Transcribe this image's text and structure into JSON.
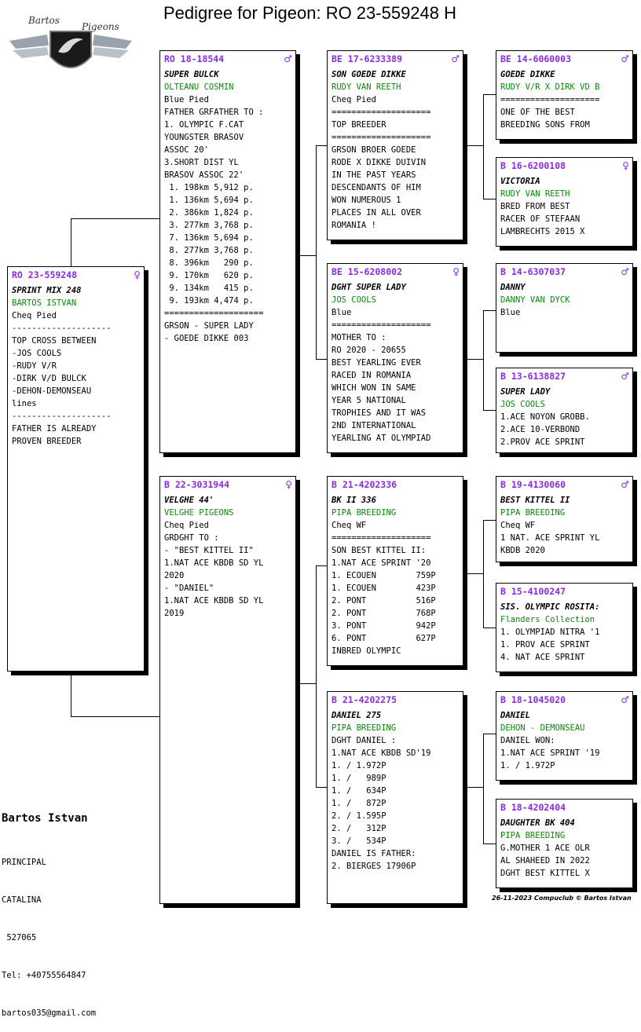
{
  "title": "Pedigree for Pigeon: RO  23-559248 H",
  "logo": {
    "line1": "Bartos",
    "line2": "Pigeons"
  },
  "cards": {
    "subject": {
      "ring": "RO  23-559248",
      "sex": "♀",
      "name": "SPRINT MIX 248",
      "owner": "BARTOS ISTVAN",
      "lines": [
        "Cheq Pied",
        "--------------------",
        "TOP CROSS BETWEEN",
        "-JOS COOLS",
        "-RUDY V/R",
        "-DIRK V/D BULCK",
        "-DEHON-DEMONSEAU",
        "lines",
        "--------------------",
        "FATHER IS ALREADY",
        "PROVEN BREEDER"
      ]
    },
    "sire": {
      "ring": "RO  18-18544",
      "sex": "♂",
      "name": "SUPER BULCK",
      "owner": "OLTEANU COSMIN",
      "lines": [
        "Blue Pied",
        "FATHER GRFATHER TO :",
        "1. OLYMPIC F.CAT",
        "YOUNGSTER BRASOV",
        "ASSOC 20'",
        "3.SHORT DIST YL",
        "BRASOV ASSOC 22'",
        " 1. 198km 5,912 p.",
        " 1. 136km 5,694 p.",
        " 2. 386km 1,824 p.",
        " 3. 277km 3,768 p.",
        " 7. 136km 5,694 p.",
        " 8. 277km 3,768 p.",
        " 8. 396km   290 p.",
        " 9. 170km   620 p.",
        " 9. 134km   415 p.",
        " 9. 193km 4,474 p.",
        "====================",
        "GRSON - SUPER LADY",
        "- GOEDE DIKKE 003"
      ]
    },
    "dam": {
      "ring": "B   22-3031944",
      "sex": "♀",
      "name": "VELGHE 44'",
      "owner": "VELGHE PIGEONS",
      "lines": [
        "Cheq Pied",
        "GRDGHT TO :",
        "- \"BEST KITTEL II\"",
        "1.NAT ACE KBDB SD YL",
        "2020",
        "- \"DANIEL\"",
        "1.NAT ACE KBDB SD YL",
        "2019"
      ]
    },
    "ss": {
      "ring": "BE  17-6233389",
      "sex": "♂",
      "name": "SON GOEDE DIKKE",
      "owner": "RUDY VAN REETH",
      "lines": [
        "Cheq Pied",
        "====================",
        "TOP BREEDER",
        "====================",
        "GRSON BROER GOEDE",
        "RODE X DIKKE DUIVIN",
        "IN THE PAST YEARS",
        "DESCENDANTS OF HIM",
        "WON NUMEROUS 1",
        "PLACES IN ALL OVER",
        "ROMANIA !"
      ]
    },
    "sd": {
      "ring": "BE  15-6208002",
      "sex": "♀",
      "name": "DGHT SUPER LADY",
      "owner": "JOS COOLS",
      "lines": [
        "Blue",
        "====================",
        "MOTHER TO :",
        "RO 2020 - 20655",
        "BEST YEARLING EVER",
        "RACED IN ROMANIA",
        "WHICH WON IN SAME",
        "YEAR 5 NATIONAL",
        "TROPHIES AND IT WAS",
        "2ND INTERNATIONAL",
        "YEARLING AT OLYMPIAD"
      ]
    },
    "ds": {
      "ring": "B   21-4202336",
      "sex": "",
      "name": "BK II 336",
      "owner": "PIPA BREEDING",
      "lines": [
        "Cheq WF",
        "====================",
        "SON BEST KITTEL II:",
        "1.NAT ACE SPRINT '20",
        "1. ECOUEN        759P",
        "1. ECOUEN        423P",
        "2. PONT          516P",
        "2. PONT          768P",
        "3. PONT          942P",
        "6. PONT          627P",
        "INBRED OLYMPIC"
      ]
    },
    "dd": {
      "ring": "B   21-4202275",
      "sex": "",
      "name": "DANIEL 275",
      "owner": "PIPA BREEDING",
      "lines": [
        "DGHT DANIEL :",
        "1.NAT ACE KBDB SD'19",
        "1. / 1.972P",
        "1. /   989P",
        "1. /   634P",
        "1. /   872P",
        "2. / 1.595P",
        "2. /   312P",
        "3. /   534P",
        "DANIEL IS FATHER:",
        "2. BIERGES 17906P"
      ]
    },
    "sss": {
      "ring": "BE  14-6060003",
      "sex": "♂",
      "name": "GOEDE DIKKE",
      "owner": "RUDY V/R X DIRK VD B",
      "lines": [
        "====================",
        "ONE OF THE BEST",
        "BREEDING SONS FROM"
      ]
    },
    "ssd": {
      "ring": "B   16-6200108",
      "sex": "♀",
      "name": "VICTORIA",
      "owner": "RUDY VAN REETH",
      "lines": [
        "BRED FROM BEST",
        "RACER OF STEFAAN",
        "LAMBRECHTS 2015 X"
      ]
    },
    "sds": {
      "ring": "B   14-6307037",
      "sex": "♂",
      "name": "DANNY",
      "owner": "DANNY VAN DYCK",
      "lines": [
        "Blue"
      ]
    },
    "sdd": {
      "ring": "B   13-6138827",
      "sex": "♂",
      "name": "SUPER LADY",
      "owner": "JOS COOLS",
      "lines": [
        "1.ACE NOYON GROBB.",
        "2.ACE 10-VERBOND",
        "2.PROV ACE SPRINT"
      ]
    },
    "dss": {
      "ring": "B   19-4130060",
      "sex": "♂",
      "name": "BEST KITTEL II",
      "owner": "PIPA BREEDING",
      "lines": [
        "Cheq WF",
        "1 NAT. ACE SPRINT YL",
        "KBDB 2020"
      ]
    },
    "dsd": {
      "ring": "B   15-4100247",
      "sex": "",
      "name": "SIS. OLYMPIC ROSITA:",
      "owner": "Flanders Collection",
      "lines": [
        "1. OLYMPIAD NITRA '1",
        "1. PROV ACE SPRINT",
        "4. NAT ACE SPRINT"
      ]
    },
    "dds": {
      "ring": "B   18-1045020",
      "sex": "♂",
      "name": "DANIEL",
      "owner": "DEHON - DEMONSEAU",
      "lines": [
        "DANIEL WON:",
        "1.NAT ACE SPRINT '19",
        "1. / 1.972P"
      ]
    },
    "ddd": {
      "ring": "B   18-4202404",
      "sex": "",
      "name": "DAUGHTER BK 404",
      "owner": "PIPA BREEDING",
      "lines": [
        "G.MOTHER 1 ACE OLR",
        "AL SHAHEED IN 2022",
        "DGHT BEST KITTEL X"
      ]
    }
  },
  "footer": {
    "name": "Bartos Istvan",
    "lines": [
      "PRINCIPAL",
      "CATALINA",
      " 527065",
      "Tel: +40755564847",
      "bartos035@gmail.com"
    ],
    "credits": "26-11-2023   Compuclub © Bartos Istvan"
  }
}
